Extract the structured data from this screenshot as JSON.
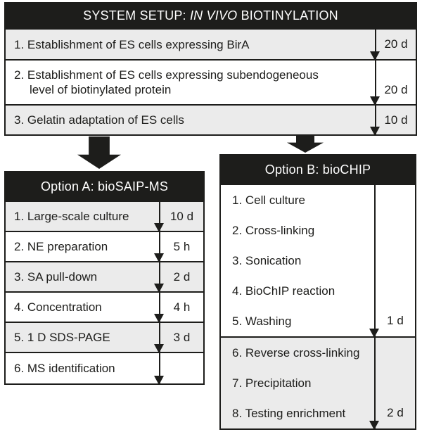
{
  "colors": {
    "ink_black": "#1d1d1b",
    "shaded_row_gray": "#ebebeb",
    "white": "#ffffff"
  },
  "icons": {
    "flow_arrow_left": "down-block-arrow",
    "flow_arrow_right": "down-block-arrow",
    "step_arrow": "down-arrowhead"
  },
  "top_table": {
    "title_prefix": "SYSTEM SETUP: ",
    "title_italic": "IN VIVO",
    "title_suffix": " BIOTINYLATION",
    "rows": [
      {
        "label": "1. Establishment of ES cells expressing BirA",
        "duration": "20 d"
      },
      {
        "label": "2. Establishment of ES cells expressing subendogeneous level of biotinylated protein",
        "duration": "20 d"
      },
      {
        "label": "3. Gelatin adaptation of ES cells",
        "duration": "10 d"
      }
    ]
  },
  "option_a": {
    "title": "Option A: bioSAIP-MS",
    "rows": [
      {
        "label": "1. Large-scale culture",
        "duration": "10 d"
      },
      {
        "label": "2. NE preparation",
        "duration": "5 h"
      },
      {
        "label": "3. SA pull-down",
        "duration": "2 d"
      },
      {
        "label": "4. Concentration",
        "duration": "4 h"
      },
      {
        "label": "5. 1 D SDS-PAGE",
        "duration": "3 d"
      },
      {
        "label": "6. MS identification",
        "duration": ""
      }
    ]
  },
  "option_b": {
    "title": "Option B: bioCHIP",
    "sections": [
      {
        "steps": [
          "1. Cell culture",
          "2. Cross-linking",
          "3. Sonication",
          "4. BioChIP reaction",
          "5. Washing"
        ],
        "duration": "1 d"
      },
      {
        "steps": [
          "6. Reverse cross-linking",
          "7. Precipitation",
          "8. Testing enrichment"
        ],
        "duration": "2 d"
      }
    ]
  }
}
